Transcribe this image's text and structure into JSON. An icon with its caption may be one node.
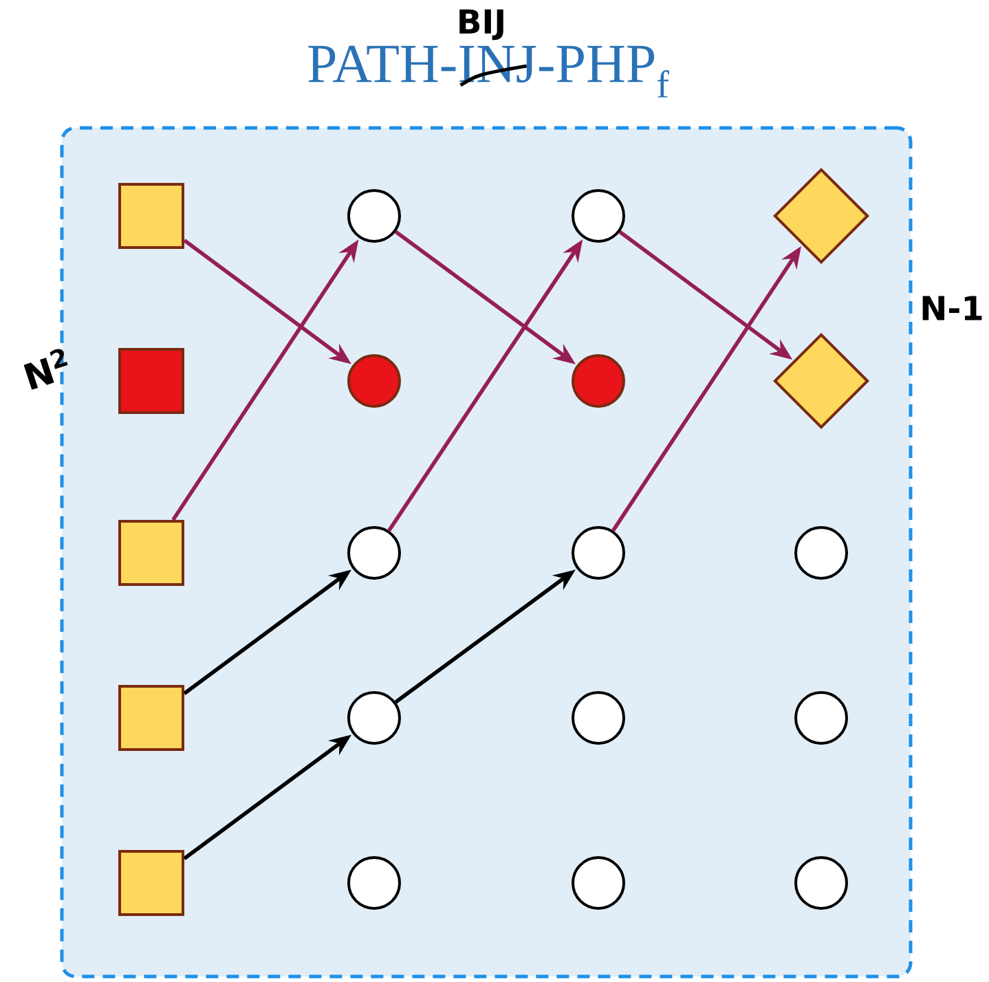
{
  "diagram": {
    "title": "PATH-INJ-PHP$_{f}$",
    "nodes": [
      {
        "text": [],
        "shape": "box"
      },
      {
        "text": [],
        "shape": "box",
        "in": 0
      },
      {
        "text": [],
        "shape": "circle",
        "in": 0
      },
      {
        "text": [],
        "shape": "circle",
        "in": 0
      },
      {
        "text": [],
        "shape": "diamond",
        "in": 0
      },
      {
        "text": [],
        "shape": "box",
        "in": 0
      },
      {
        "text": [],
        "shape": "circle",
        "in": 0
      },
      {
        "text": [],
        "shape": "circle",
        "in": 0
      },
      {
        "text": [],
        "shape": "diamond",
        "in": 0
      },
      {
        "text": [],
        "shape": "box",
        "in": 0
      },
      {
        "text": [],
        "shape": "circle",
        "in": 0
      },
      {
        "text": [],
        "shape": "circle",
        "in": 0
      },
      {
        "text": [],
        "shape": "circle",
        "in": 0
      },
      {
        "text": [],
        "shape": "box",
        "in": 0
      },
      {
        "text": [],
        "shape": "circle",
        "in": 0
      },
      {
        "text": [],
        "shape": "circle",
        "in": 0
      },
      {
        "text": [],
        "shape": "circle",
        "in": 0
      },
      {
        "text": [],
        "shape": "box",
        "in": 0
      },
      {
        "text": [],
        "shape": "circle",
        "in": 0
      },
      {
        "text": [],
        "shape": "circle",
        "in": 0
      },
      {
        "text": [],
        "shape": "circle",
        "in": 0
      }
    ],
    "edges": [
      {
        "from": 1,
        "to": 6,
        "arrow": "to"
      },
      {
        "from": 2,
        "to": 7,
        "arrow": "to"
      },
      {
        "from": 3,
        "to": 8,
        "arrow": "to"
      },
      {
        "from": 9,
        "to": 2,
        "arrow": "to"
      },
      {
        "from": 10,
        "to": 3,
        "arrow": "to"
      },
      {
        "from": 11,
        "to": 4,
        "arrow": "to"
      },
      {
        "from": 13,
        "to": 10,
        "arrow": "to",
        "color": "#000000"
      },
      {
        "from": 14,
        "to": 11,
        "arrow": "to",
        "color": "#000000"
      },
      {
        "from": 17,
        "to": 14,
        "arrow": "to",
        "color": "#000000"
      }
    ],
    "labels": [
      "BIJ",
      "N$^{2}$",
      "N-1"
    ]
  }
}
